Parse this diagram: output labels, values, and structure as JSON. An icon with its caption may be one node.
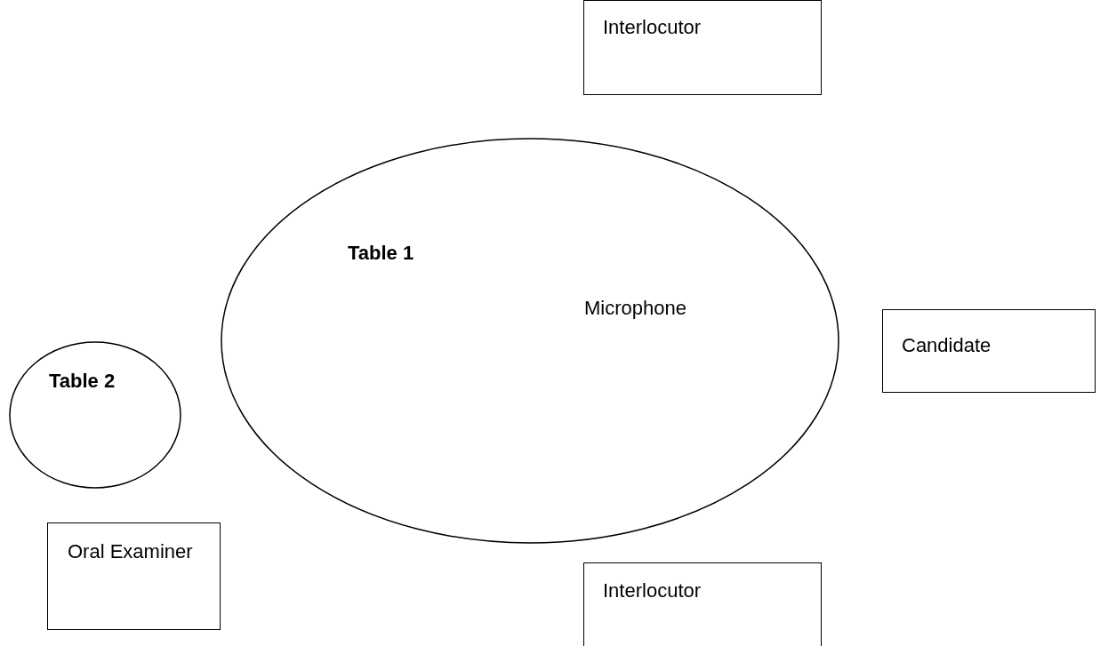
{
  "diagram": {
    "nodes": [
      {
        "text": [
          "Interlocutor"
        ]
      },
      {
        "text": [
          "Table 1",
          "Microphone"
        ]
      },
      {
        "text": [
          "Candidate"
        ]
      },
      {
        "text": [
          "Table 2"
        ]
      },
      {
        "text": [
          "Oral Examiner"
        ]
      },
      {
        "text": [
          "Interlocutor"
        ]
      }
    ]
  }
}
